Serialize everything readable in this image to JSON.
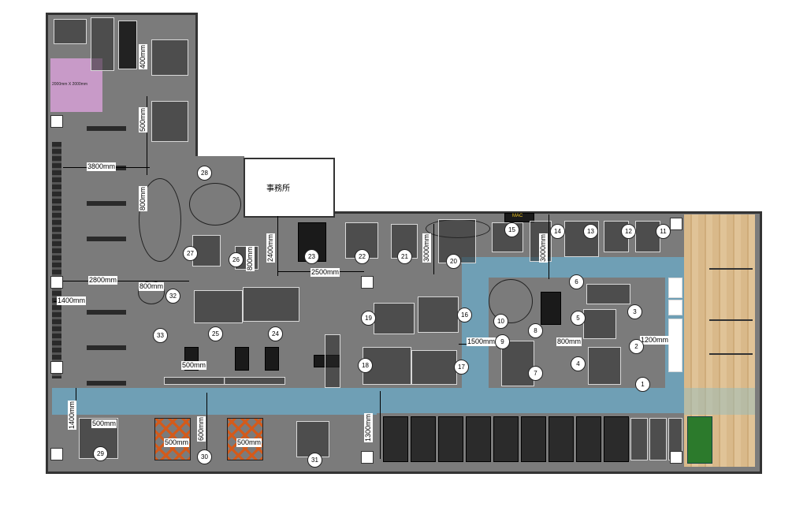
{
  "office_label": "事務所",
  "zone_label": "2000mm X 2000mm",
  "mac_label": "MAC",
  "dimensions": {
    "d3800": "3800mm",
    "d400": "400mm",
    "d500a": "500mm",
    "d800a": "800mm",
    "d800b": "800mm",
    "d2400": "2400mm",
    "d2500": "2500mm",
    "d3000a": "3000mm",
    "d3000b": "3000mm",
    "d2800": "2800mm",
    "d800c": "800mm",
    "d1400a": "1400mm",
    "d1500": "1500mm",
    "d800d": "800mm",
    "d1200": "1200mm",
    "d500b": "500mm",
    "d1400b": "1400mm",
    "d500c": "500mm",
    "d500d": "500mm",
    "d600": "600mm",
    "d500e": "500mm",
    "d1300": "1300mm"
  },
  "stations": [
    "1",
    "2",
    "3",
    "4",
    "5",
    "6",
    "7",
    "8",
    "9",
    "10",
    "11",
    "12",
    "13",
    "14",
    "15",
    "16",
    "17",
    "18",
    "19",
    "20",
    "21",
    "22",
    "23",
    "24",
    "25",
    "26",
    "27",
    "28",
    "29",
    "30",
    "31",
    "32",
    "33"
  ],
  "colors": {
    "floor": "#7b7b7b",
    "walkway": "#6f9fb5",
    "wood": "#d9b98a",
    "zone": "#c89ac8",
    "office": "#ffffff",
    "mat": "#2c7a2c"
  }
}
